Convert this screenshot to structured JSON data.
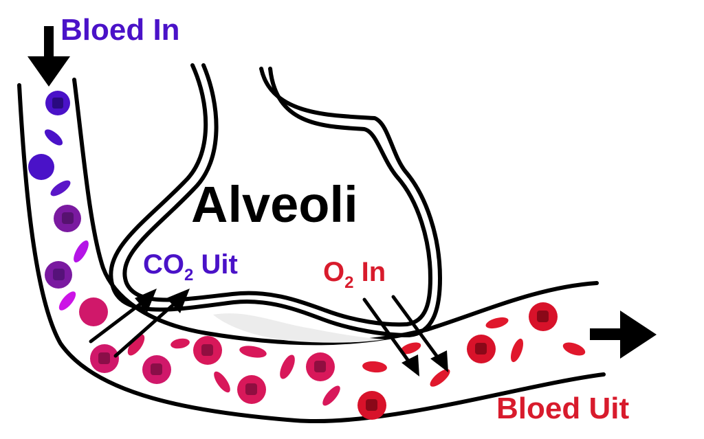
{
  "labels": {
    "blood_in": "Bloed In",
    "blood_out": "Bloed Uit",
    "alveoli": "Alveoli",
    "co2_main": "CO",
    "co2_sub": "2",
    "co2_word": " Uit",
    "o2_main": "O",
    "o2_sub": "2",
    "o2_word": " In"
  },
  "colors": {
    "deoxygenated": "#4a12c8",
    "oxygenated": "#d81b2c",
    "mid_purple": "#7a1aa0",
    "mid_magenta": "#c0106a",
    "outline": "#000000",
    "membrane_fill": "#ececec"
  },
  "icons": {
    "arrow_down": "arrow-down-icon",
    "arrow_right": "arrow-right-icon"
  }
}
